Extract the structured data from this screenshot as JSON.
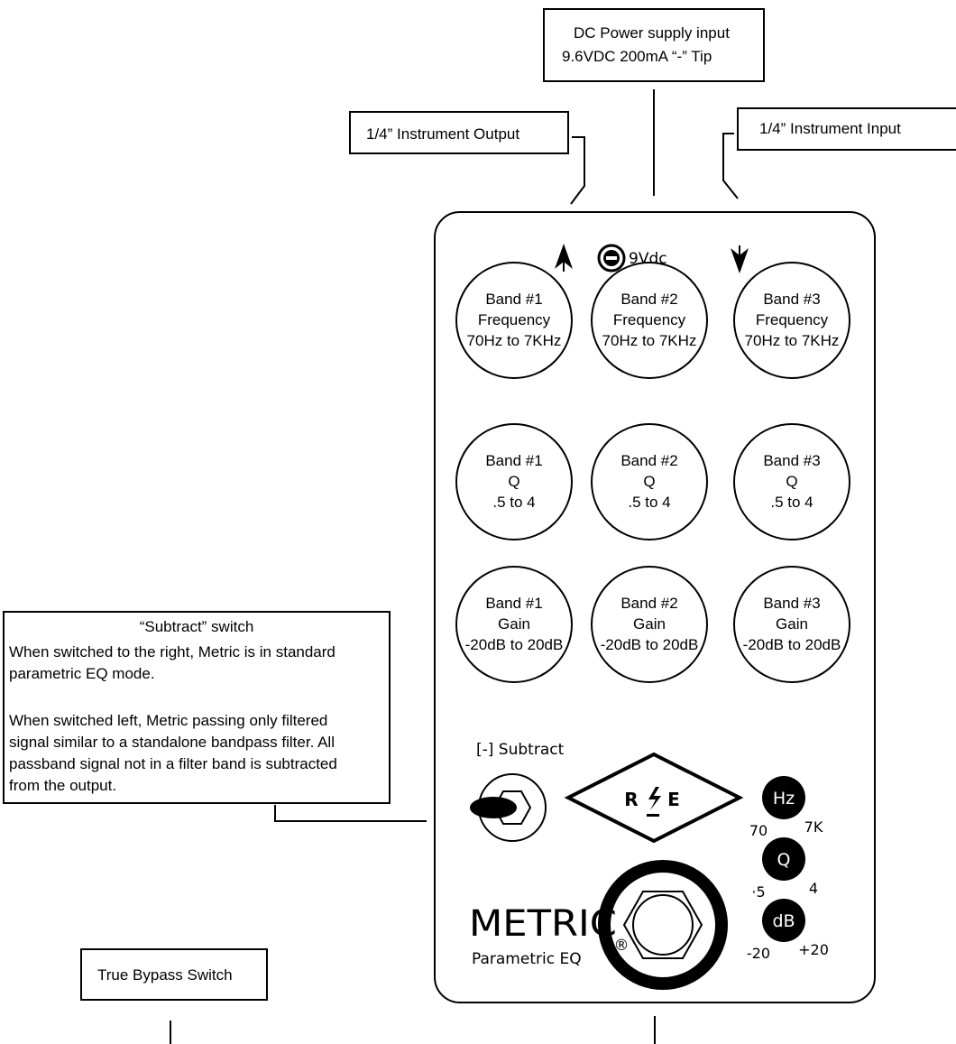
{
  "callouts": {
    "dc_power": [
      "DC Power supply input",
      "9.6VDC 200mA “-” Tip"
    ],
    "output": "1/4” Instrument Output",
    "input": "1/4” Instrument Input",
    "subtract_title": "“Subtract” switch",
    "subtract_body": [
      "When switched to the right, Metric is in standard",
      "parametric EQ mode.",
      "",
      "When switched left, Metric passing only filtered",
      "signal similar to a standalone bandpass filter. All",
      "passband signal not in a filter band is subtracted",
      "from the output."
    ],
    "bypass": "True Bypass Switch"
  },
  "pedal": {
    "power_label": "9Vdc",
    "knobs": [
      [
        "Band #1",
        "Frequency",
        "70Hz to 7KHz"
      ],
      [
        "Band #2",
        "Frequency",
        "70Hz to 7KHz"
      ],
      [
        "Band #3",
        "Frequency",
        "70Hz to 7KHz"
      ],
      [
        "Band #1",
        "Q",
        ".5 to  4"
      ],
      [
        "Band #2",
        "Q",
        ".5 to 4"
      ],
      [
        "Band #3",
        "Q",
        ".5 to 4"
      ],
      [
        "Band #1",
        "Gain",
        "-20dB to 20dB"
      ],
      [
        "Band #2",
        "Gain",
        "-20dB to 20dB"
      ],
      [
        "Band #3",
        "Gain",
        "-20dB to 20dB"
      ]
    ],
    "subtract_label": "[-] Subtract",
    "logo": {
      "left": "R",
      "right": "E"
    },
    "brand": "METRIC",
    "registered": "®",
    "subtitle": "Parametric EQ",
    "legend": [
      {
        "label": "Hz",
        "min": "70",
        "max": "7K"
      },
      {
        "label": "Q",
        "min": "·5",
        "max": "4"
      },
      {
        "label": "dB",
        "min": "-20",
        "max": "+20"
      }
    ]
  },
  "colors": {
    "ink": "#000000",
    "paper": "#ffffff"
  }
}
